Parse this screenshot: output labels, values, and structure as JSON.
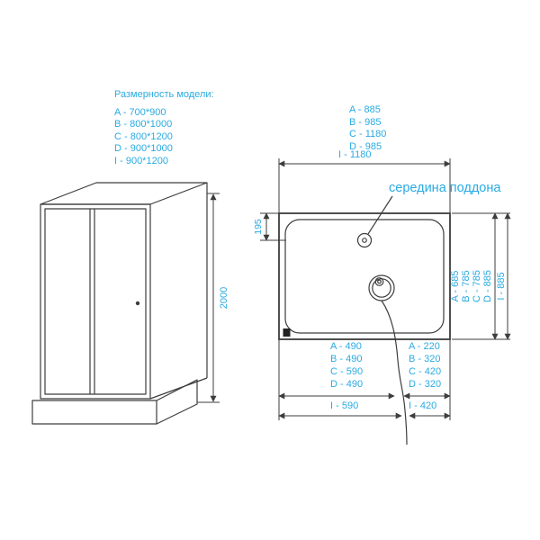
{
  "accent": "#29abe2",
  "model_list": {
    "title": "Размерность модели:",
    "items": [
      "A - 700*900",
      "B - 800*1000",
      "C - 800*1200",
      "D - 900*1000",
      "I - 900*1200"
    ]
  },
  "cabin": {
    "height_dim": "2000"
  },
  "plan": {
    "center_label": "середина поддона",
    "offset_dim": "195",
    "width": {
      "items": [
        "A - 885",
        "B - 985",
        "C - 1180",
        "D - 985"
      ],
      "line": "I - 1180"
    },
    "depth": {
      "items": [
        "A - 685",
        "B - 785",
        "C - 785",
        "D - 885"
      ],
      "line": "I - 885"
    },
    "drain_left": {
      "items": [
        "A - 490",
        "B - 490",
        "C - 590",
        "D - 490"
      ],
      "line": "I - 590"
    },
    "drain_right": {
      "items": [
        "A - 220",
        "B - 320",
        "C - 420",
        "D - 320"
      ],
      "line": "I - 420"
    }
  }
}
